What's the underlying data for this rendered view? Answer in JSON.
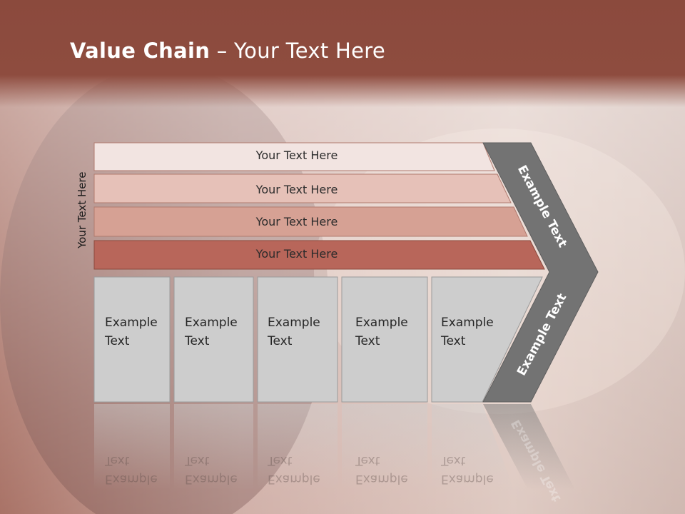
{
  "slide": {
    "title_bold": "Value Chain",
    "title_rest": " – Your Text Here",
    "side_label": "Your Text Here"
  },
  "bars": [
    {
      "label": "Your Text Here",
      "color": "#f2e4e1"
    },
    {
      "label": "Your Text Here",
      "color": "#e6c1b8"
    },
    {
      "label": "Your Text Here",
      "color": "#d6a194"
    },
    {
      "label": "Your Text Here",
      "color": "#b8665a"
    }
  ],
  "cells": [
    {
      "line1": "Example",
      "line2": "Text"
    },
    {
      "line1": "Example",
      "line2": "Text"
    },
    {
      "line1": "Example",
      "line2": "Text"
    },
    {
      "line1": "Example",
      "line2": "Text"
    },
    {
      "line1": "Example",
      "line2": "Text"
    }
  ],
  "chevron": {
    "top_label": "Example Text",
    "bottom_label": "Example Text",
    "color": "#737373"
  },
  "colors": {
    "header_band": "#8b4a3d",
    "cell_fill": "#cdcdcd"
  }
}
